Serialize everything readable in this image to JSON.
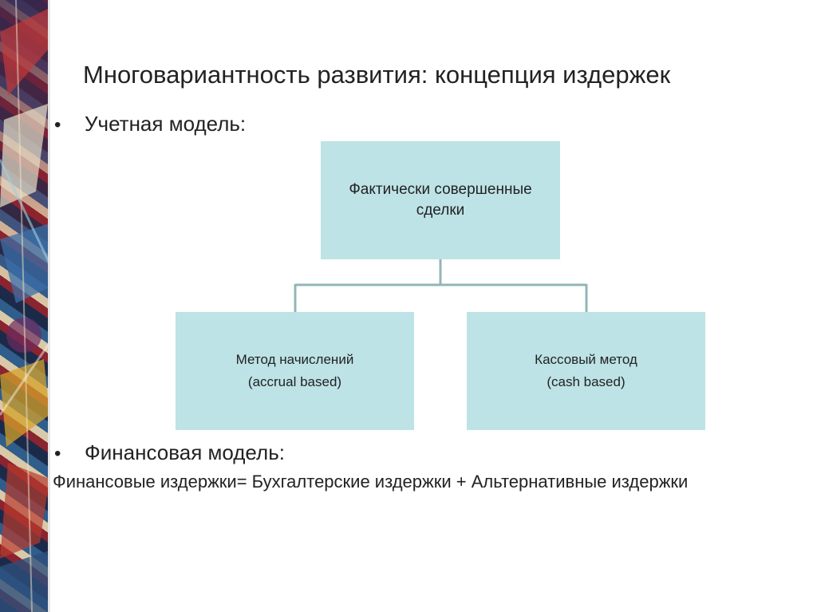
{
  "slide": {
    "title": "Многовариантность развития: концепция издержек",
    "bullets": [
      {
        "marker": "•",
        "text": "Учетная модель:"
      },
      {
        "marker": "•",
        "text": "Финансовая модель:"
      }
    ],
    "formula": "Финансовые издержки= Бухгалтерские издержки + Альтернативные издержки"
  },
  "diagram": {
    "top": {
      "line1": "Фактически совершенные",
      "line2": "сделки"
    },
    "left": {
      "line1": "Метод начислений",
      "line2": "(accrual based)"
    },
    "right": {
      "line1": "Кассовый метод",
      "line2": "(cash based)"
    },
    "colors": {
      "box_fill": "#bde3e6",
      "connector": "#93b5b8"
    }
  }
}
